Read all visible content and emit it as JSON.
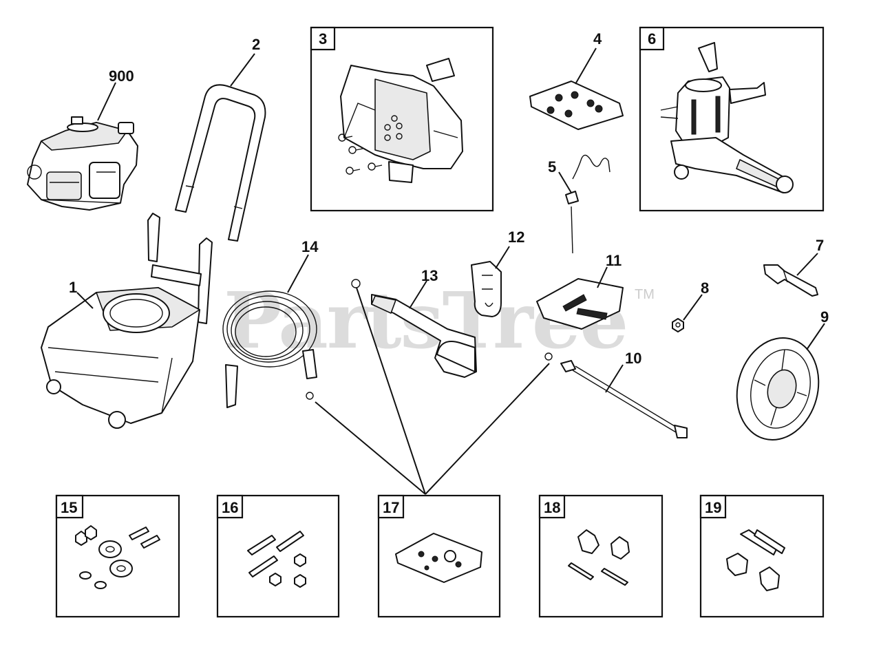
{
  "watermark": {
    "text": "PartsTree",
    "trademark": "TM"
  },
  "callouts": {
    "p900": "900",
    "p1": "1",
    "p2": "2",
    "p4": "4",
    "p5": "5",
    "p7": "7",
    "p8": "8",
    "p9": "9",
    "p10": "10",
    "p11": "11",
    "p12": "12",
    "p13": "13",
    "p14": "14"
  },
  "boxes": {
    "b3": "3",
    "b6": "6",
    "b15": "15",
    "b16": "16",
    "b17": "17",
    "b18": "18",
    "b19": "19"
  }
}
